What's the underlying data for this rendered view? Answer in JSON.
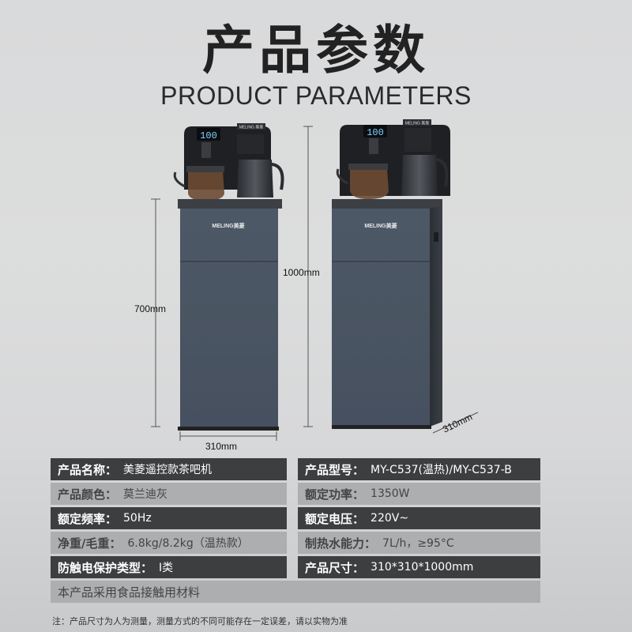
{
  "title_cn": "产品参数",
  "title_en": "PRODUCT PARAMETERS",
  "dimensions": {
    "left_height": "700mm",
    "left_width": "310mm",
    "right_height": "1000mm",
    "right_depth": "310mm"
  },
  "brand": {
    "display_left": "100",
    "display_right": "100",
    "logo_text": "MELING美菱",
    "small_logo": "MELING 美菱"
  },
  "specs": [
    {
      "style": "dark",
      "left_label": "产品名称：",
      "left_value": "美菱遥控款茶吧机",
      "right_label": "产品型号：",
      "right_value": "MY-C537(温热)/MY-C537-B"
    },
    {
      "style": "light",
      "left_label": "产品颜色：",
      "left_value": "莫兰迪灰",
      "right_label": "额定功率：",
      "right_value": "1350W"
    },
    {
      "style": "dark",
      "left_label": "额定频率：",
      "left_value": "50Hz",
      "right_label": "额定电压：",
      "right_value": "220V~"
    },
    {
      "style": "light",
      "left_label": "净重/毛重：",
      "left_value": "6.8kg/8.2kg（温热款）",
      "right_label": "制热水能力：",
      "right_value": "7L/h，≥95°C"
    },
    {
      "style": "dark",
      "left_label": "防触电保护类型：",
      "left_value": "I类",
      "right_label": "产品尺寸：",
      "right_value": "310*310*1000mm"
    }
  ],
  "material_note": "本产品采用食品接触用材料",
  "footnote": "注：产品尺寸为人为测量，测量方式的不同可能存在一定误差，请以实物为准",
  "colors": {
    "dark_row": "#3d3e40",
    "light_row": "#adaeb0",
    "body_panel": "#4a5562"
  }
}
